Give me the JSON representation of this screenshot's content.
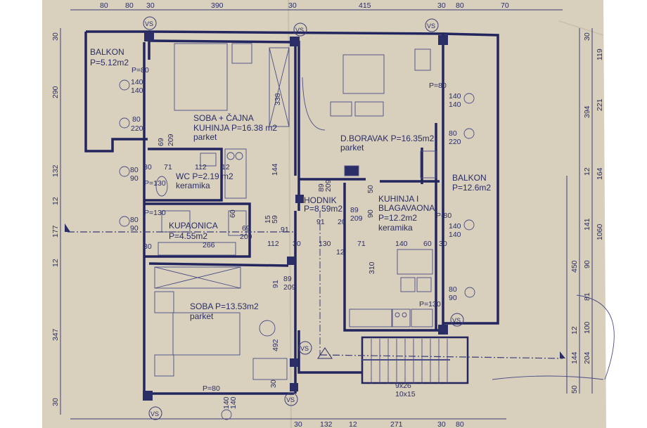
{
  "rooms": {
    "balkon_left": {
      "name": "BALKON",
      "area": "P=5.12m2"
    },
    "soba_cajna": {
      "name": "SOBA + ČAJNA",
      "name2": "KUHINJA P=16.38 m2",
      "floor": "parket"
    },
    "wc": {
      "name": "WC P=2.19 m2",
      "floor": "keramika"
    },
    "kupaonica": {
      "name": "KUPAONICA",
      "area": "P=4.55m2"
    },
    "soba": {
      "name": "SOBA P=13.53m2",
      "floor": "parket"
    },
    "boravak": {
      "name": "D.BORAVAK P=16.35m2",
      "floor": "parket"
    },
    "hodnik": {
      "name": "HODNIK",
      "area": "P=8.59m2"
    },
    "kuhinja": {
      "name": "KUHINJA I",
      "name2": "BLAGAVAONA",
      "area": "P=12.2m2",
      "floor": "keramika"
    },
    "balkon_right": {
      "name": "BALKON",
      "area": "P=12.6m2"
    }
  },
  "dims_top": [
    "80",
    "80",
    "30",
    "390",
    "30",
    "415",
    "30",
    "80",
    "70"
  ],
  "dims_bottom": [
    "30",
    "132",
    "12",
    "271",
    "30",
    "80"
  ],
  "dims_left": [
    "30",
    "290",
    "132",
    "12",
    "177",
    "12",
    "347",
    "30"
  ],
  "dims_right": [
    "30",
    "119",
    "394",
    "221",
    "12",
    "164",
    "141",
    "1060",
    "450",
    "90",
    "81",
    "100",
    "12",
    "144",
    "204",
    "50"
  ],
  "interior_dims": [
    "P=80",
    "140",
    "140",
    "80",
    "220",
    "69",
    "209",
    "338",
    "30",
    "71",
    "112",
    "12",
    "80",
    "90",
    "P=130",
    "144",
    "P=130",
    "80",
    "90",
    "60",
    "266",
    "30",
    "69",
    "209",
    "15",
    "59",
    "91",
    "112",
    "30",
    "130",
    "P=80",
    "140",
    "140",
    "80",
    "220",
    "89",
    "209",
    "91",
    "20",
    "89",
    "209",
    "50",
    "90",
    "P-80",
    "140",
    "140",
    "71",
    "140",
    "60",
    "30",
    "310",
    "80",
    "90",
    "P=130",
    "91",
    "89",
    "209",
    "492",
    "P=80",
    "140",
    "140",
    "30",
    "9x26",
    "10x15",
    "12"
  ],
  "symbols": {
    "vs": "VS"
  }
}
